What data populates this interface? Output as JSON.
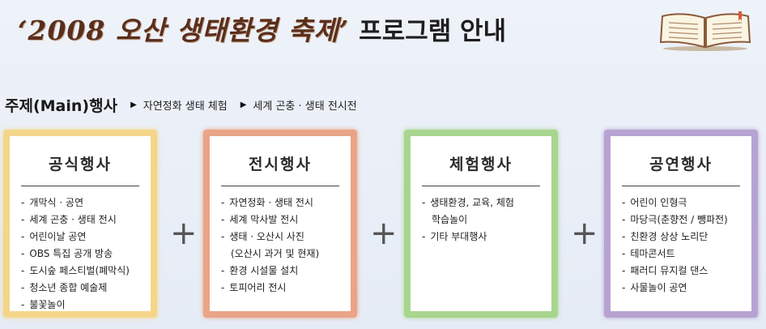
{
  "header": {
    "title_script": "‘2008 오산 생태환경 축제’",
    "title_plain": "프로그램 안내",
    "icon": "book-icon"
  },
  "theme": {
    "label": "주제(Main)행사",
    "items": [
      "자연정화 생태 체험",
      "세계 곤충 · 생태 전시전"
    ]
  },
  "cards": [
    {
      "title": "공식행사",
      "items": [
        "개막식 · 공연",
        "세계 곤충 · 생태 전시",
        "어린이날 공연",
        "OBS 특집 공개 방송",
        "도시숲 페스티벌(폐막식)",
        "청소년 종합 예술제",
        "불꽃놀이"
      ]
    },
    {
      "title": "전시행사",
      "items": [
        "자연정화 · 생태 전시",
        "세계 막사발 전시",
        "생태 · 오산시 사진",
        "(오산시 과거 및 현재)",
        "환경 시설물 설치",
        "토피어리 전시"
      ]
    },
    {
      "title": "체험행사",
      "items": [
        "생태환경, 교육, 체험",
        "학습놀이",
        "기타 부대행사"
      ]
    },
    {
      "title": "공연행사",
      "items": [
        "어린이 인형극",
        "마당극(춘향전 / 뺑파전)",
        "친환경 상상 노리단",
        "테마콘서트",
        "패러디 뮤지컬 댄스",
        "사물놀이 공연"
      ]
    }
  ],
  "separator": "+",
  "colors": {
    "card1": "#f4d68a",
    "card2": "#eaa487",
    "card3": "#a8d58f",
    "card4": "#b7a3d2",
    "title": "#5a2e1c"
  }
}
